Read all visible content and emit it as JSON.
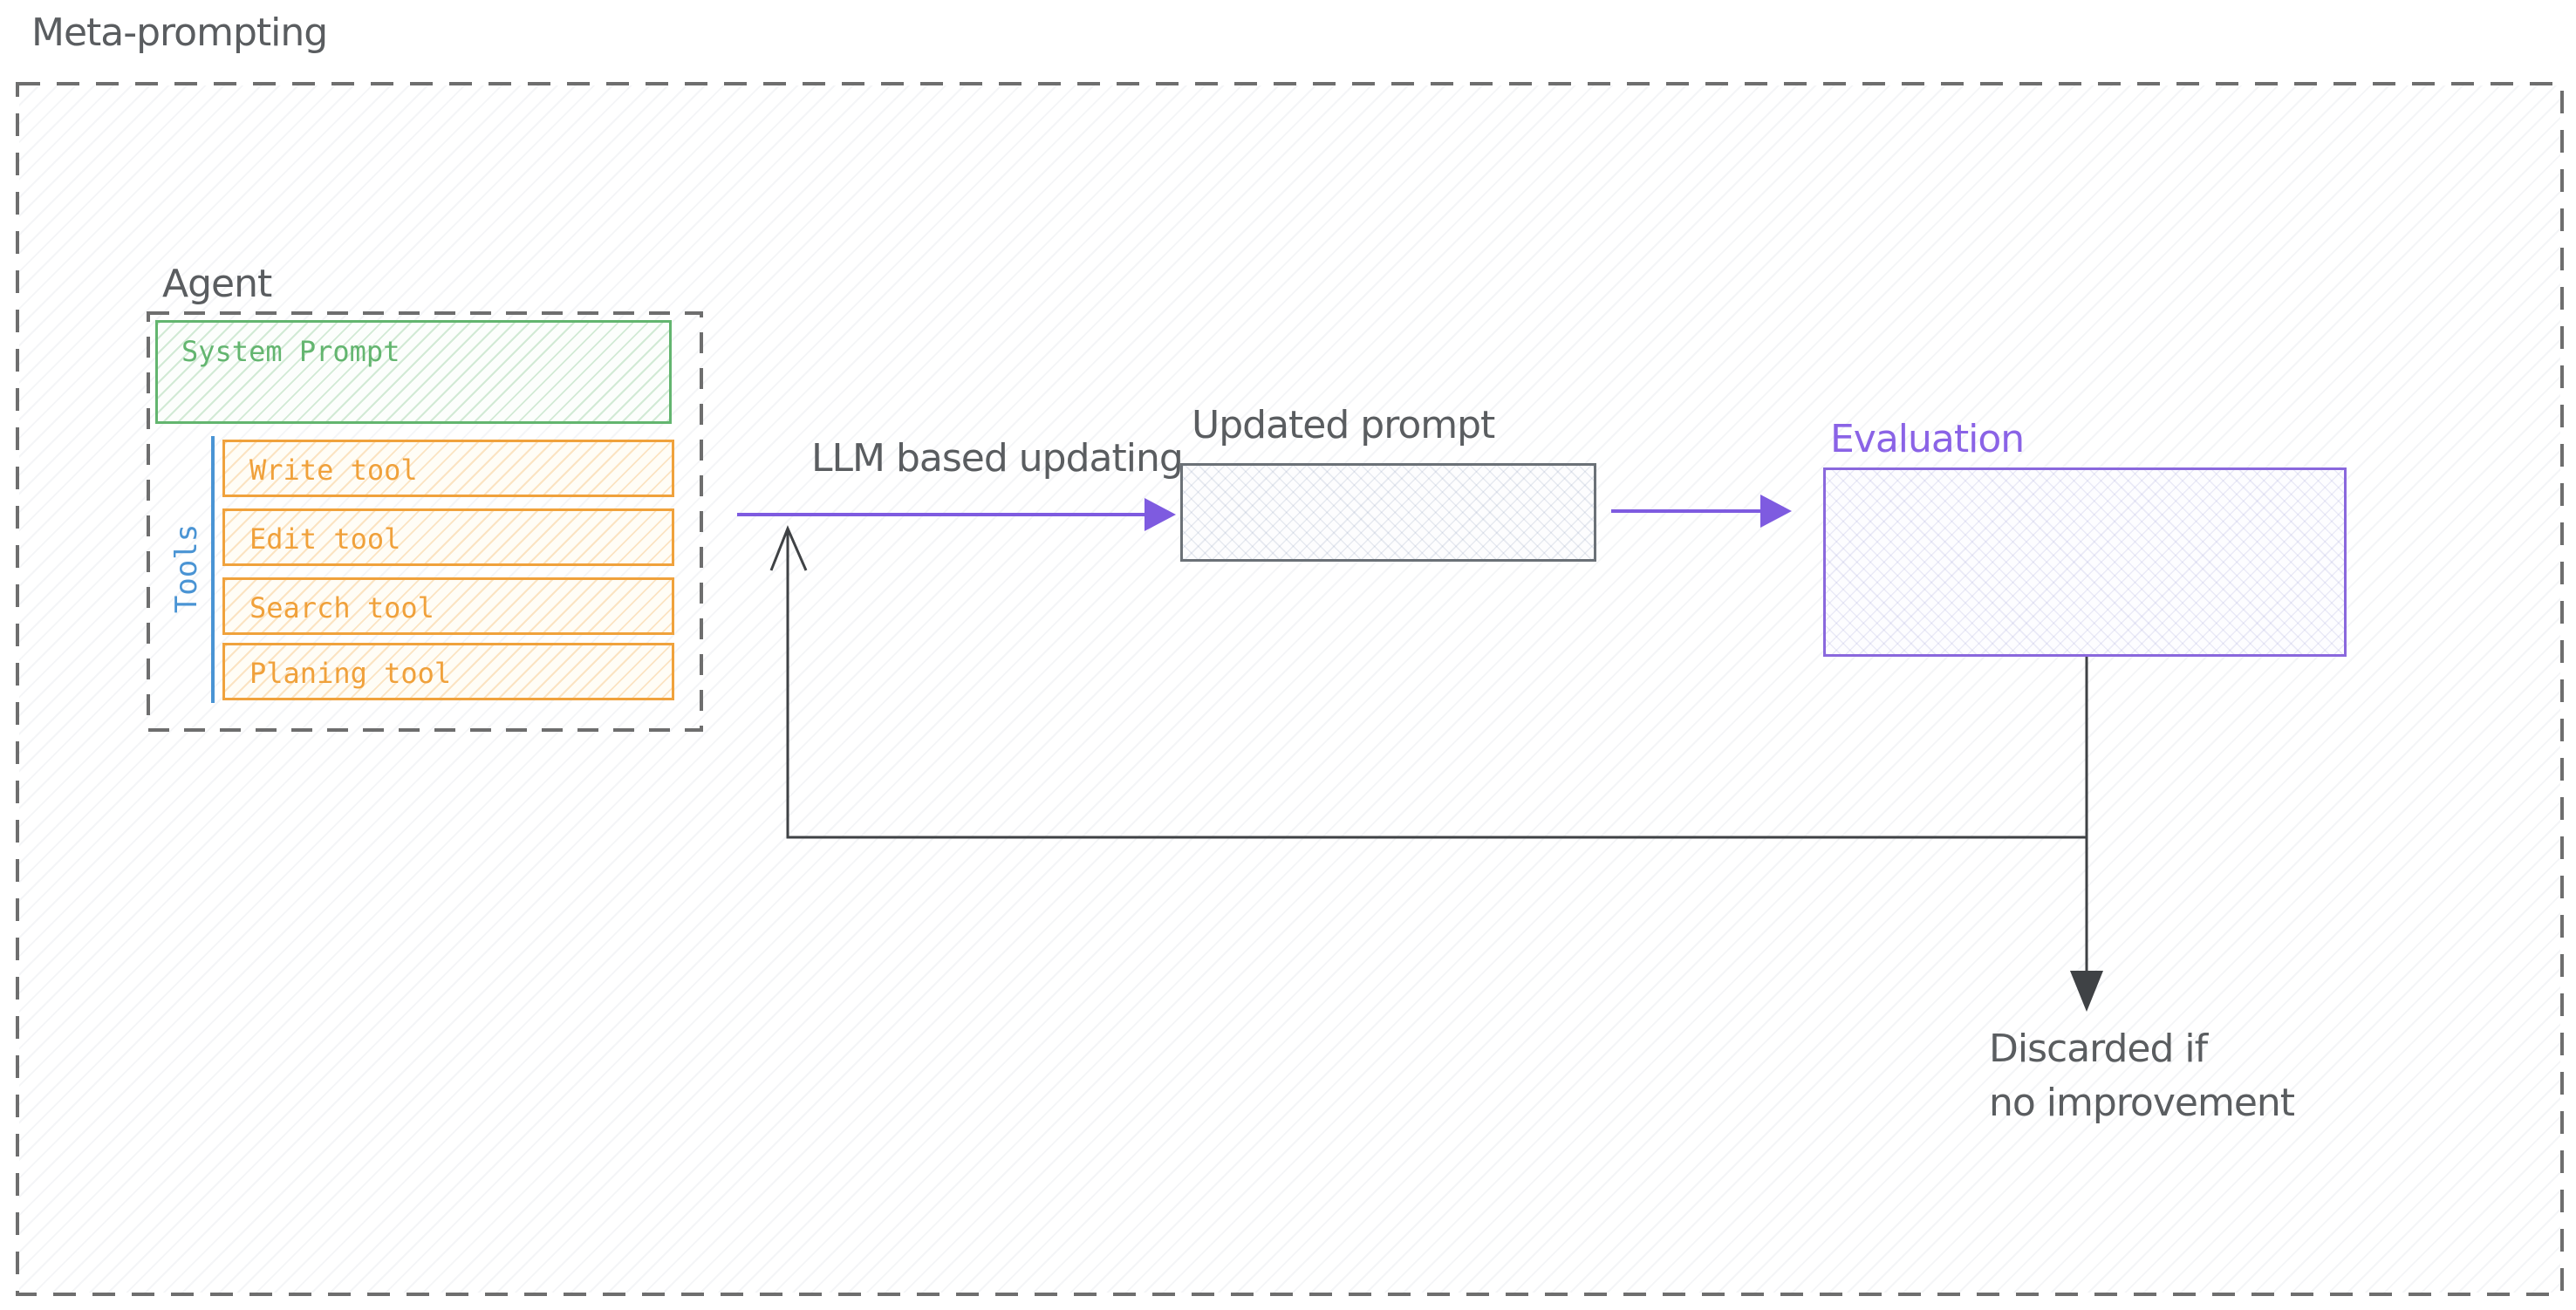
{
  "diagram": {
    "title": "Meta-prompting",
    "agent": {
      "label": "Agent",
      "system_prompt_label": "System Prompt",
      "tools_label": "Tools",
      "tools": [
        "Write tool",
        "Edit tool",
        "Search tool",
        "Planing tool"
      ]
    },
    "flow": {
      "llm_arrow_label": "LLM based updating",
      "updated_prompt_label": "Updated prompt",
      "evaluation_label": "Evaluation",
      "discard_note_line1": "Discarded if",
      "discard_note_line2": "no improvement"
    },
    "colors": {
      "green": "#63b56f",
      "orange": "#f0a13b",
      "blue": "#4a94d4",
      "purple_arrow": "#7e5be0",
      "purple_label": "#8a63e6",
      "gray_text": "#5a5d60",
      "dashed_stroke": "#6e6e6e",
      "black_arrow": "#3f4245"
    }
  }
}
